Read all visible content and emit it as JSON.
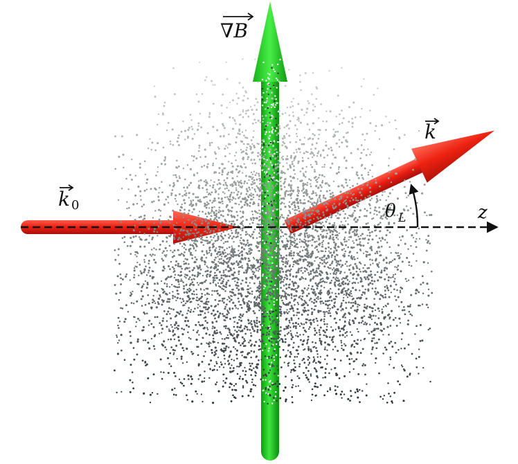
{
  "labels": {
    "grad_b": "∇B",
    "k": "k",
    "k0_main": "k",
    "k0_sub": "0",
    "theta_main": "θ",
    "theta_sub": "L",
    "z": "z"
  },
  "colors": {
    "gradient_arrow": "#22cc22",
    "beam_arrow": "#ee2211",
    "axis": "#111111",
    "cloud_top": "#d8dcd6",
    "cloud_bottom": "#2a3338"
  },
  "cloud": {
    "particle_count": 5200
  },
  "angle": {
    "theta_L_deg": 25
  }
}
